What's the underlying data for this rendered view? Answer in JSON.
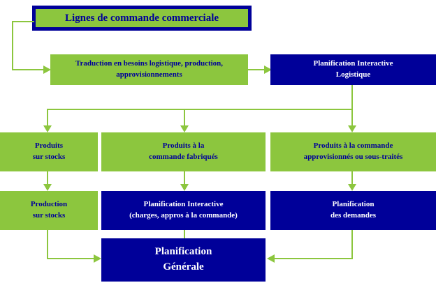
{
  "colors": {
    "green": "#8CC63E",
    "navy": "#000099",
    "white": "#FFFFFF",
    "background": "#FFFFFF"
  },
  "diagram": {
    "title_node": {
      "label": "Lignes de commande commerciale"
    },
    "nodes": {
      "traduction": {
        "line1": "Traduction en besoins logistique, production,",
        "line2": "approvisionnements"
      },
      "planification_interactive_logistique": {
        "line1": "Planification Interactive",
        "line2": "Logistique"
      },
      "produits_sur_stocks": {
        "line1": "Produits",
        "line2": "sur  stocks"
      },
      "produits_commande_fabriques": {
        "line1": "Produits à  la",
        "line2": "commande fabriqués"
      },
      "produits_commande_approvisionnes": {
        "line1": "Produits à la commande",
        "line2": "approvisionnés ou sous-traités"
      },
      "production_sur_stocks": {
        "line1": "Production",
        "line2": "sur stocks"
      },
      "planification_interactive_charges": {
        "line1": "Planification Interactive",
        "line2": "(charges, appros à la commande)"
      },
      "planification_des_demandes": {
        "line1": "Planification",
        "line2": "des demandes"
      },
      "planification_generale": {
        "line1": "Planification",
        "line2": "Générale"
      }
    }
  }
}
